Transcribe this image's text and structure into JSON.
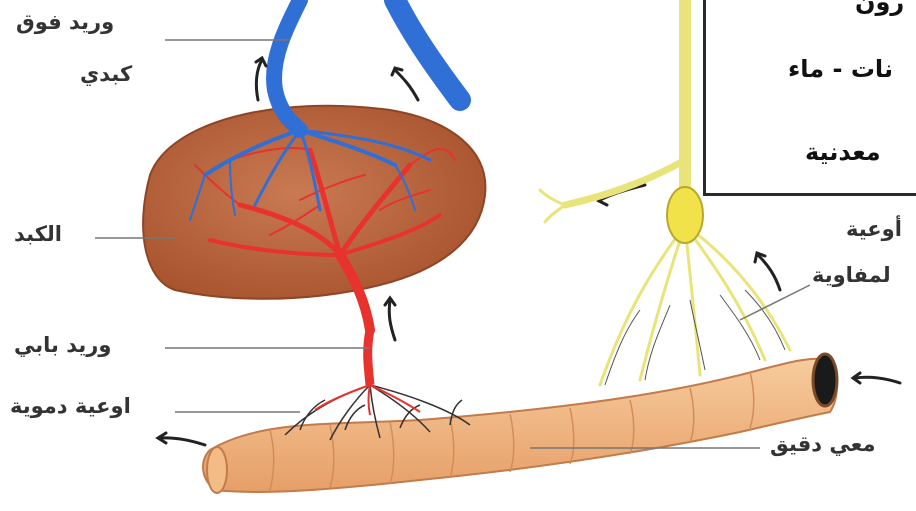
{
  "labels": {
    "hepatic_vein": [
      "وريد فوق",
      "كبدي"
    ],
    "liver": "الكبد",
    "portal_vein": "وريد بابي",
    "blood_vessels": "اوعية دموية",
    "lymph_vessels": [
      "أوعية",
      "لمفاوية"
    ],
    "small_intestine": "معي دقيق"
  },
  "info_box": {
    "lines": [
      "رون",
      "نات - ماء",
      "معدنية"
    ]
  },
  "colors": {
    "vein_blue": "#2f6fd6",
    "artery_red": "#e8322e",
    "liver_brown": "#b8653f",
    "lymph_yellow": "#e9e47a",
    "intestine": "#efb585"
  }
}
